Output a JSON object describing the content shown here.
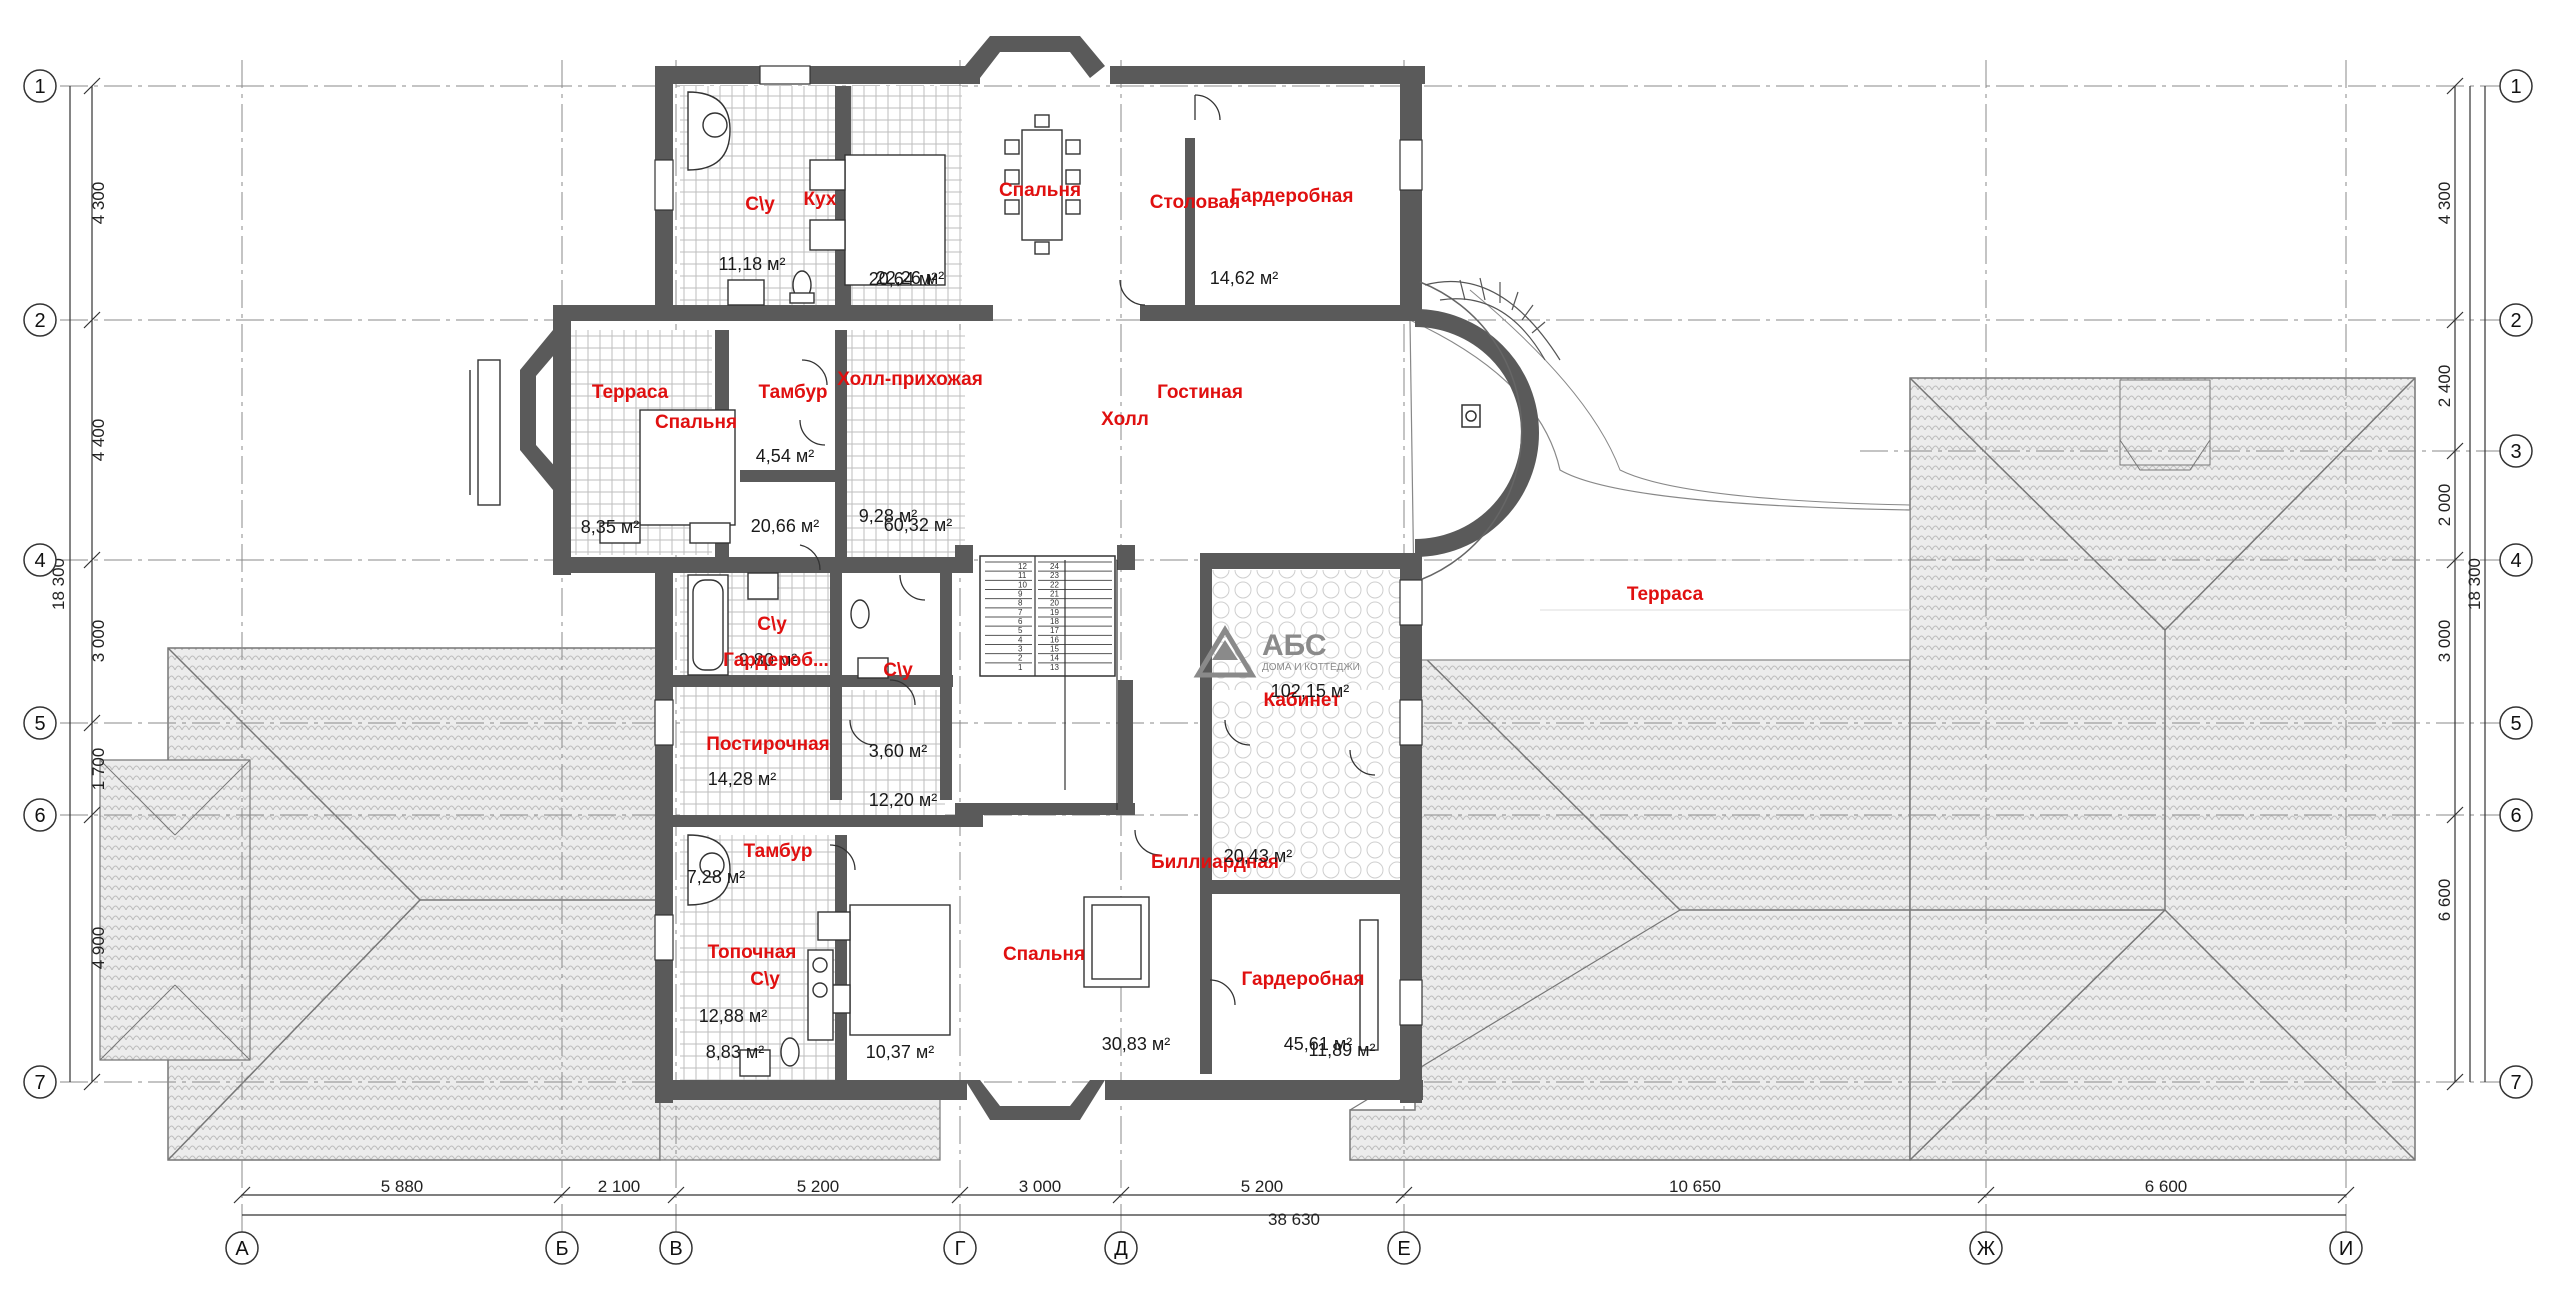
{
  "colors": {
    "wall": "#5a5a5a",
    "room_label": "#e01010",
    "tile": "#c9c9c9",
    "roof": "#d9d9d9",
    "line": "#333333",
    "axis_line": "#8a8a8a"
  },
  "axes": {
    "rows": [
      {
        "id": "1",
        "label": "1"
      },
      {
        "id": "2",
        "label": "2"
      },
      {
        "id": "3",
        "label": "3"
      },
      {
        "id": "4",
        "label": "4"
      },
      {
        "id": "5",
        "label": "5"
      },
      {
        "id": "6",
        "label": "6"
      },
      {
        "id": "7",
        "label": "7"
      }
    ],
    "columns": [
      {
        "id": "A",
        "label": "А"
      },
      {
        "id": "B",
        "label": "Б"
      },
      {
        "id": "V",
        "label": "В"
      },
      {
        "id": "G",
        "label": "Г"
      },
      {
        "id": "D",
        "label": "Д"
      },
      {
        "id": "E",
        "label": "Е"
      },
      {
        "id": "ZH",
        "label": "Ж"
      },
      {
        "id": "I",
        "label": "И"
      }
    ]
  },
  "dimensions": {
    "bottom": [
      "5 880",
      "2 100",
      "5 200",
      "3 000",
      "5 200",
      "10 650",
      "6 600"
    ],
    "bottom_total": "38 630",
    "left": [
      "4 300",
      "4 400",
      "3 000",
      "1 700",
      "4 900"
    ],
    "left_total": "18 300",
    "right": [
      "4 300",
      "2 400",
      "2 000",
      "3 000",
      "6 600"
    ],
    "right_total": "18 300"
  },
  "rooms": [
    {
      "id": "su-top",
      "name": "С\\у",
      "area": "11,18 м²"
    },
    {
      "id": "kitchen",
      "name": "Кух",
      "area": "20,64 м²"
    },
    {
      "id": "bedroom-top",
      "name": "Спальня",
      "area": "22,26 м²"
    },
    {
      "id": "dining",
      "name": "Столовая",
      "area": ""
    },
    {
      "id": "wardrobe-top",
      "name": "Гардеробная",
      "area": "14,62 м²"
    },
    {
      "id": "terrace-left",
      "name": "Терраса",
      "area": "8,35 м²"
    },
    {
      "id": "bedroom-left",
      "name": "Спальня",
      "area": "20,66 м²"
    },
    {
      "id": "tambur-top",
      "name": "Тамбур",
      "area": "4,54 м²"
    },
    {
      "id": "hall-entry",
      "name": "Холл-прихожая",
      "area": "9,28 м²"
    },
    {
      "id": "hall",
      "name": "Холл",
      "area": "60,32 м²"
    },
    {
      "id": "living",
      "name": "Гостиная",
      "area": ""
    },
    {
      "id": "su-mid",
      "name": "С\\у",
      "area": "9,80 м²"
    },
    {
      "id": "su-mid2",
      "name": "С\\у",
      "area": ""
    },
    {
      "id": "wardrobe-mid",
      "name": "Гардероб...",
      "area": ""
    },
    {
      "id": "laundry",
      "name": "Постирочная",
      "area": "14,28 м²"
    },
    {
      "id": "small1",
      "name": "",
      "area": "3,60 м²"
    },
    {
      "id": "small2",
      "name": "",
      "area": "12,20 м²"
    },
    {
      "id": "cabinet",
      "name": "Кабинет",
      "area": "102,15 м²"
    },
    {
      "id": "billiard",
      "name": "Биллиардная",
      "area": "20,43 м²"
    },
    {
      "id": "tambur-bottom",
      "name": "Тамбур",
      "area": "7,28 м²"
    },
    {
      "id": "boiler",
      "name": "Топочная",
      "area": "12,88 м²"
    },
    {
      "id": "su-bottom",
      "name": "С\\у",
      "area": "8,83 м²"
    },
    {
      "id": "bedroom-bottom-small",
      "name": "",
      "area": "10,37 м²"
    },
    {
      "id": "bedroom-bottom",
      "name": "Спальня",
      "area": "30,83 м²"
    },
    {
      "id": "wardrobe-bottom",
      "name": "Гардеробная",
      "area": "45,61 м²"
    },
    {
      "id": "wardrobe-bottom-2",
      "name": "",
      "area": "11,89 м²"
    },
    {
      "id": "terrace-right",
      "name": "Терраса",
      "area": ""
    }
  ],
  "stair_steps": [
    "24",
    "23",
    "22",
    "21",
    "20",
    "19",
    "18",
    "17",
    "16",
    "15",
    "14",
    "13",
    "12",
    "11",
    "10",
    "9",
    "8",
    "7",
    "6",
    "5",
    "4",
    "3",
    "2",
    "1"
  ],
  "logo": {
    "main": "АБС",
    "sub": "ДОМА И КОТТЕДЖИ"
  }
}
